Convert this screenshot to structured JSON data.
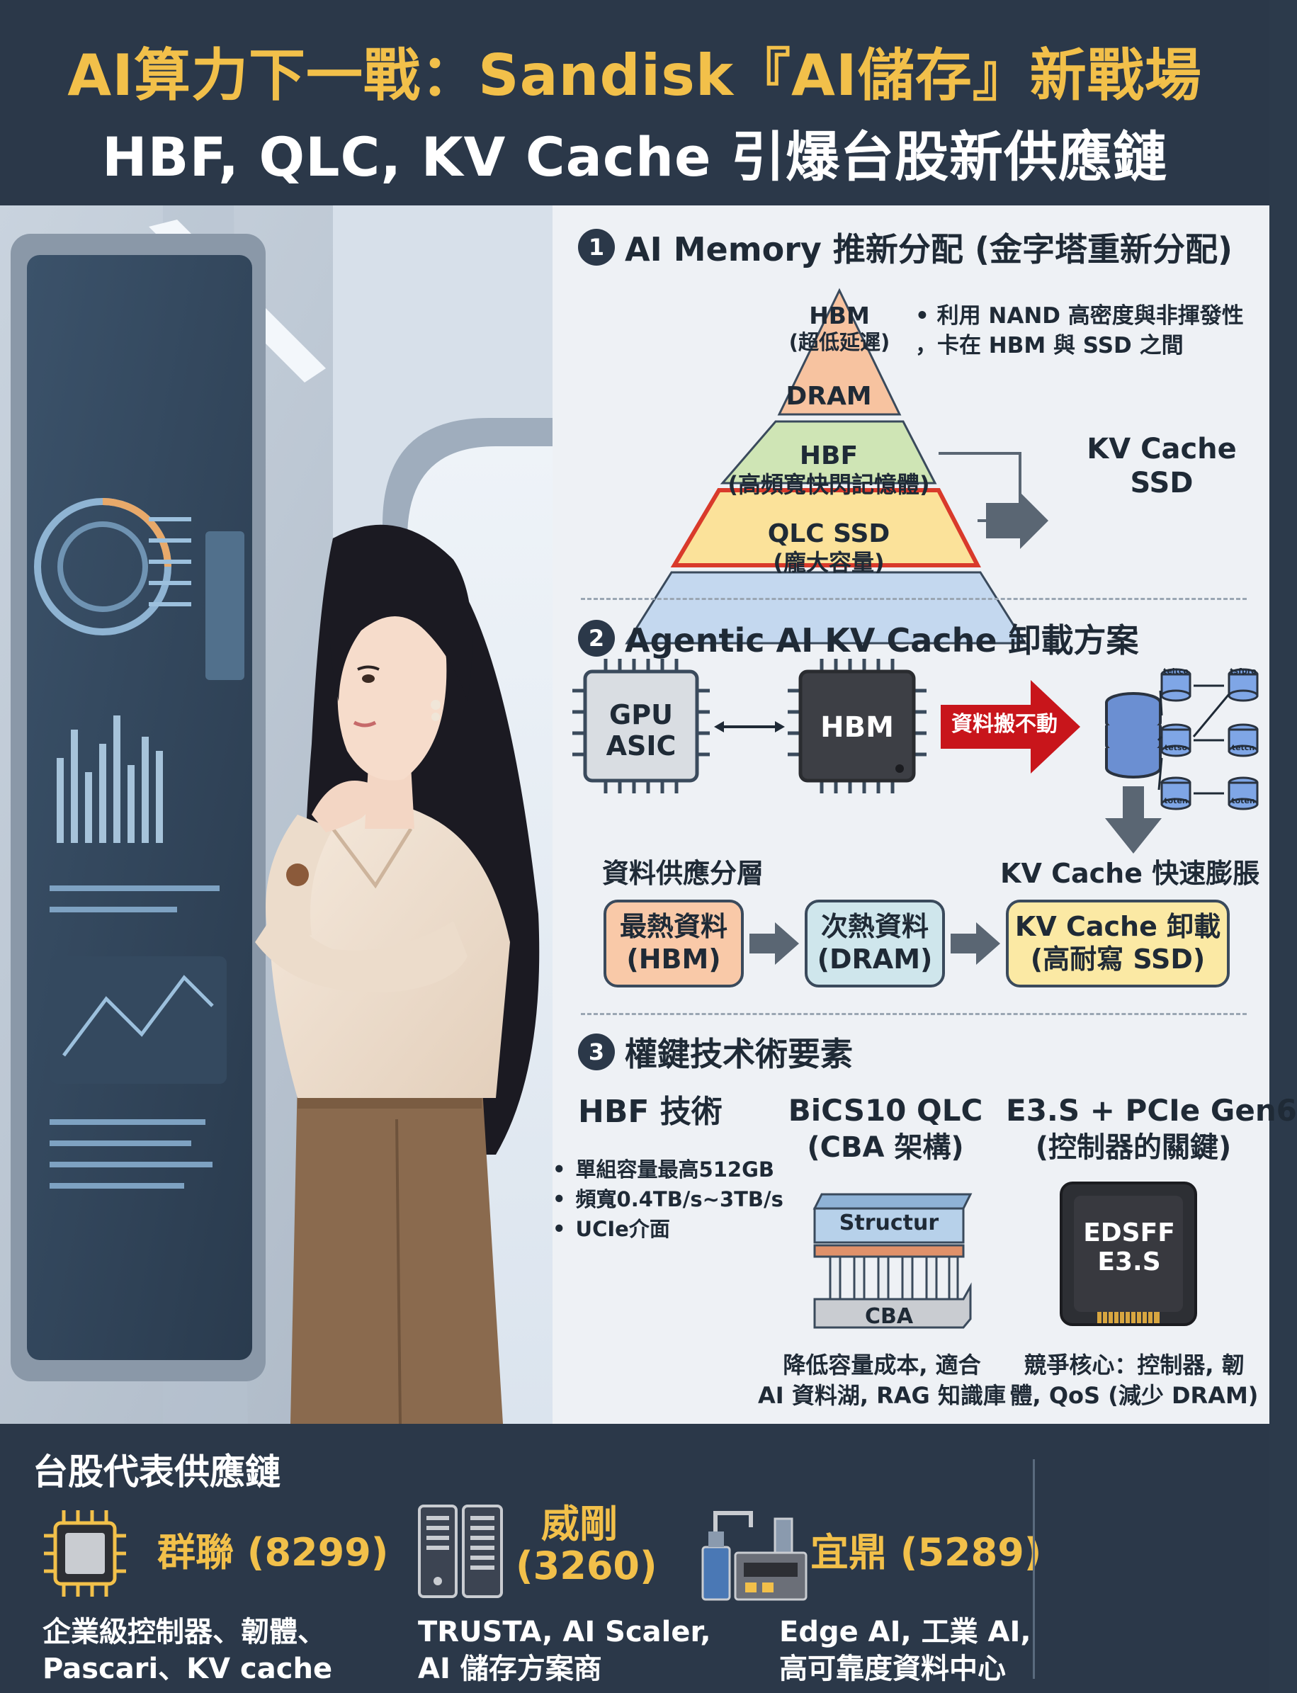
{
  "header": {
    "title_line_1": "AI算力下一戰：Sandisk『AI儲存』新戰場",
    "title_line_2": "HBF, QLC, KV Cache 引爆台股新供應鏈"
  },
  "section1": {
    "number": "1",
    "title": "AI Memory 推新分配 (金字塔重新分配)",
    "pyramid": {
      "hbm": {
        "label": "HBM",
        "sub": "(超低延遲)"
      },
      "dram": {
        "label": "DRAM"
      },
      "hbf": {
        "label": "HBF",
        "sub": "(高頻寬快閃記憶體)"
      },
      "qlc": {
        "label": "QLC SSD",
        "sub": "(龐大容量)"
      }
    },
    "note_line_1": "• 利用 NAND 高密度與非揮發性",
    "note_line_2": "，卡在 HBM 與 SSD 之間",
    "kv_target_1": "KV Cache",
    "kv_target_2": "SSD"
  },
  "section2": {
    "number": "2",
    "title": "Agentic AI KV Cache 卸載方案",
    "gpu_label_1": "GPU",
    "gpu_label_2": "ASIC",
    "hbm_chip": "HBM",
    "red_arrow": "資料搬不動",
    "mini_dbs": [
      "teltco",
      "tsfpro",
      "tetso",
      "tetcn",
      "toten",
      "toten"
    ],
    "left_caption": "資料供應分層",
    "right_caption": "KV Cache 快速膨脹",
    "flow": [
      {
        "line1": "最熱資料",
        "line2": "(HBM)",
        "color": "#f9c9a8"
      },
      {
        "line1": "次熱資料",
        "line2": "(DRAM)",
        "color": "#cfe6ec"
      },
      {
        "line1": "KV Cache 卸載",
        "line2": "(高耐寫 SSD)",
        "color": "#fbe9a4"
      }
    ]
  },
  "section3": {
    "number": "3",
    "title": "權鍵技术術要素",
    "col1_title": "HBF 技術",
    "col1_bullets": [
      "單組容量最高512GB",
      "頻寬0.4TB/s~3TB/s",
      "UCIe介面"
    ],
    "col2_title_1": "BiCS10 QLC",
    "col2_title_2": "(CBA 架構)",
    "col2_top_layer": "Structur",
    "col2_bottom_layer": "CBA",
    "col2_caption_1": "降低容量成本, 適合",
    "col2_caption_2": "AI 資料湖, RAG 知識庫",
    "col3_title_1": "E3.S + PCIe Gen6",
    "col3_title_2": "(控制器的關鍵)",
    "col3_ssd_1": "EDSFF",
    "col3_ssd_2": "E3.S",
    "col3_caption_1": "競爭核心：控制器, 韌",
    "col3_caption_2": "體, QoS (減少 DRAM)"
  },
  "footer": {
    "title": "台股代表供應鏈",
    "companies": [
      {
        "name": "群聯 (8299)",
        "desc_1": "企業級控制器、韌體、",
        "desc_2": "Pascari、KV cache"
      },
      {
        "name_1": "威剛",
        "name_2": "(3260)",
        "desc_1": "TRUSTA, AI Scaler,",
        "desc_2": "AI 儲存方案商"
      },
      {
        "name": "宜鼎 (5289)",
        "desc_1": "Edge AI, 工業 AI,",
        "desc_2": "高可靠度資料中心"
      }
    ]
  },
  "colors": {
    "navy": "#2b3849",
    "gold": "#f2c04a",
    "hbm_tier": "#f7c3a0",
    "dram_tier": "#cfe5b5",
    "hbf_tier": "#fbe29a",
    "hbf_border": "#d93a2b",
    "qlc_tier": "#c4d8ef",
    "red_arrow": "#c8151b"
  }
}
